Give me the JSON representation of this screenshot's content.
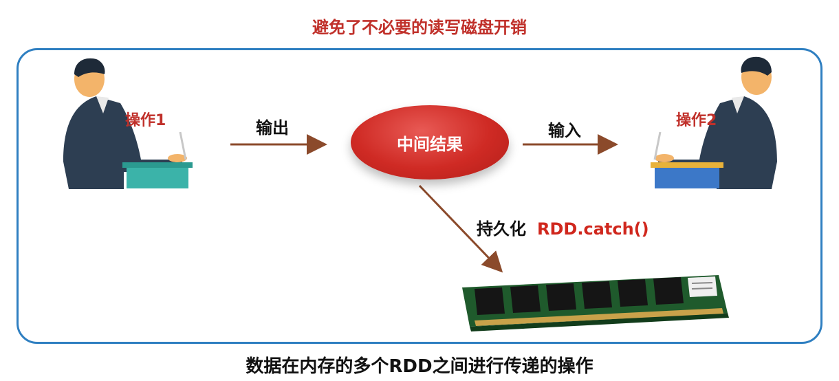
{
  "title": "避免了不必要的读写磁盘开销",
  "caption": "数据在内存的多个RDD之间进行传递的操作",
  "operation1": {
    "label": "操作1"
  },
  "operation2": {
    "label": "操作2"
  },
  "output_label": "输出",
  "input_label": "输入",
  "intermediate_result": "中间结果",
  "persist": {
    "label": "持久化",
    "code": "RDD.catch()"
  },
  "colors": {
    "title_red": "#c0302a",
    "node_red": "#cf2a24",
    "arrow_brown": "#8b4a2b",
    "frame_blue": "#2f7fc1",
    "desk1": "#3bb3a9",
    "desk2": "#3c78c8"
  }
}
